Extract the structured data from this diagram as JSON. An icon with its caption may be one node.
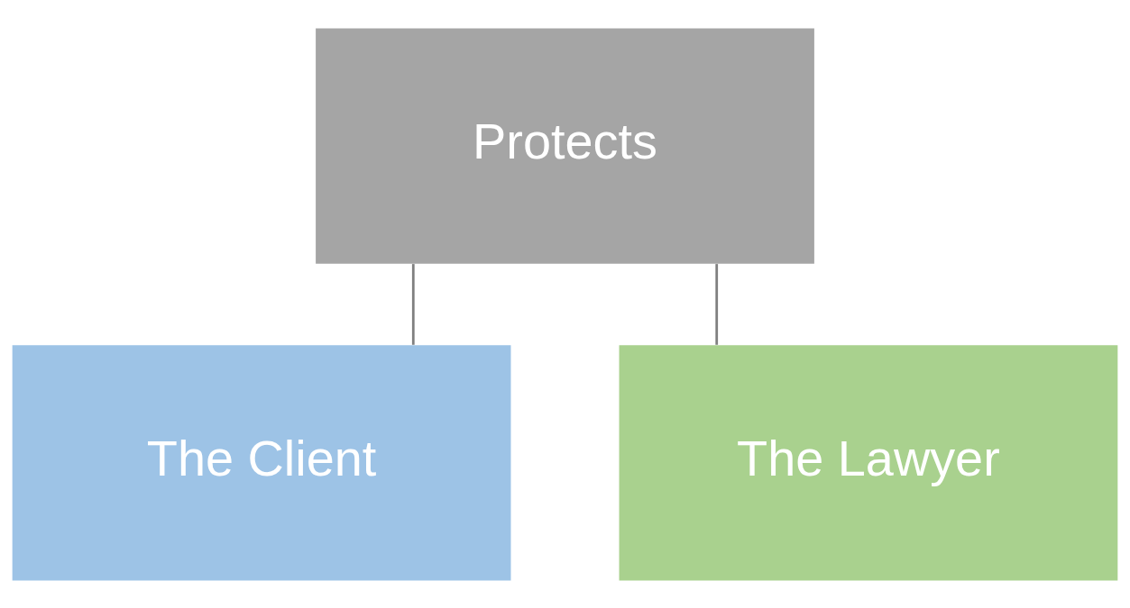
{
  "diagram": {
    "nodes": [
      {
        "text": [
          "Protects"
        ]
      },
      {
        "text": [
          "The Client"
        ]
      },
      {
        "text": [
          "The Lawyer"
        ]
      }
    ],
    "edges": [
      {
        "from": 0,
        "to": 1,
        "arrow": "none"
      },
      {
        "from": 0,
        "to": 2,
        "arrow": "none"
      }
    ]
  }
}
